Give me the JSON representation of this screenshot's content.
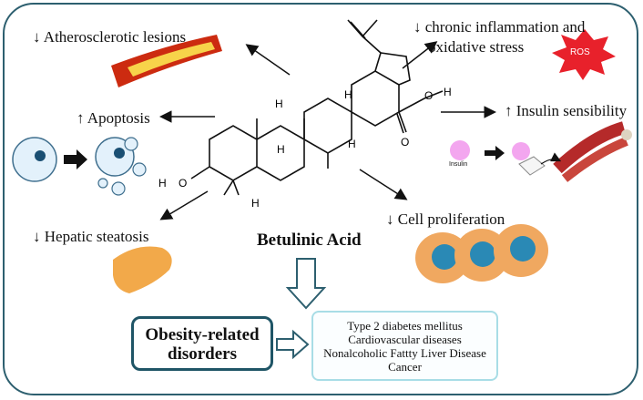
{
  "labels": {
    "athero": "↓ Atherosclerotic lesions",
    "inflammation_1": "↓ chronic inflammation and",
    "inflammation_2": "oxidative stress",
    "ros": "ROS",
    "apoptosis": "↑ Apoptosis",
    "insulin_sens": "↑ Insulin sensibility",
    "insulin": "Insulin",
    "hepatic": "↓ Hepatic steatosis",
    "cell_prolif": "↓ Cell proliferation",
    "compound": "Betulinic Acid"
  },
  "molecule": {
    "atoms": [
      "H",
      "H",
      "H",
      "H",
      "O",
      "H",
      "O",
      "H",
      "H",
      "O"
    ]
  },
  "obesity_box": {
    "line1": "Obesity-related",
    "line2": "disorders"
  },
  "diseases": [
    "Type 2 diabetes mellitus",
    "Cardiovascular diseases",
    "Nonalcoholic Fattty Liver Disease",
    "Cancer"
  ]
}
